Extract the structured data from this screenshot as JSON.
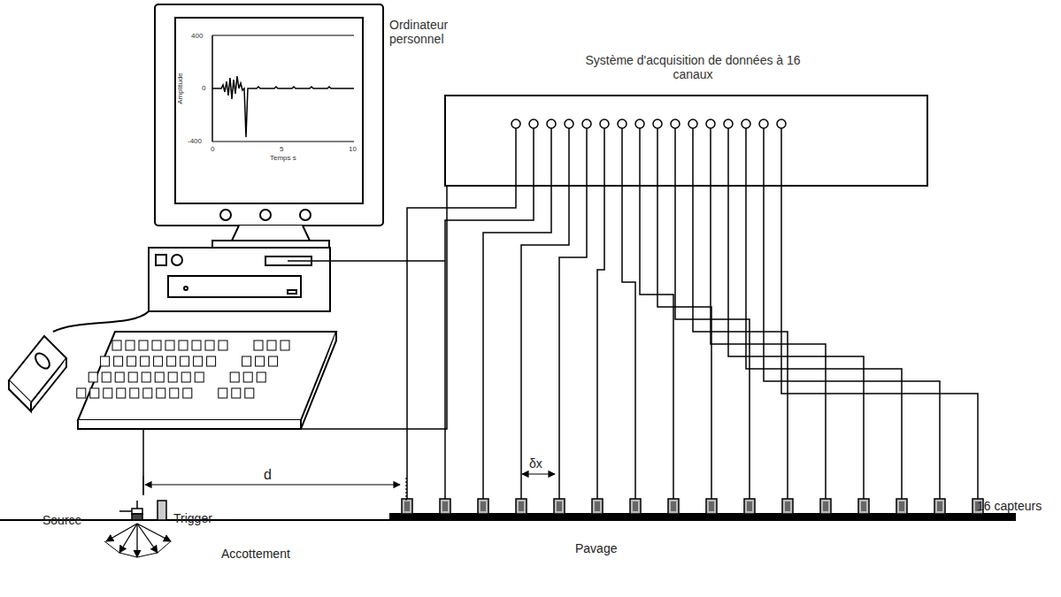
{
  "diagram": {
    "nodes": [
      {
        "text": [
          "Ordinateur personnel"
        ]
      },
      {
        "text": [
          "Système d'acquisition de données à 16 canaux"
        ]
      }
    ],
    "edges": [
      {
        "from": 0,
        "to": 1,
        "arrow": "none"
      }
    ],
    "labels": [
      "400",
      "0",
      "-400",
      "0",
      "5",
      "10",
      "Temps s",
      "Amplitude",
      "d",
      "δx",
      "Source",
      "Trigger",
      "16 capteurs",
      "Accottement",
      "Pavage"
    ]
  }
}
